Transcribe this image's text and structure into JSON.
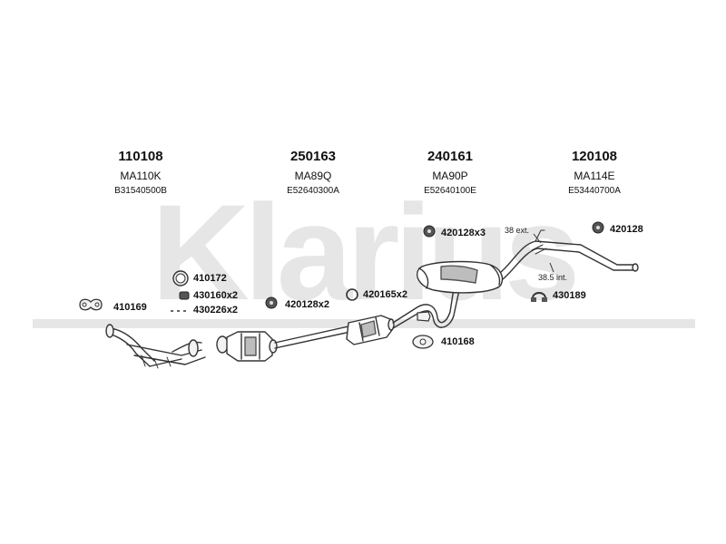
{
  "watermark": {
    "text": "Klarius",
    "color": "#e6e6e6"
  },
  "parts": [
    {
      "number": "110108",
      "code": "MA110K",
      "ref": "B31540500B"
    },
    {
      "number": "250163",
      "code": "MA89Q",
      "ref": "E52640300A"
    },
    {
      "number": "240161",
      "code": "MA90P",
      "ref": "E52640100E"
    },
    {
      "number": "120108",
      "code": "MA114E",
      "ref": "E53440700A"
    }
  ],
  "fittings": {
    "f410172": "410172",
    "f430160": "430160x2",
    "f430226": "430226x2",
    "f410169": "410169",
    "f420128x2": "420128x2",
    "f420165x2": "420165x2",
    "f420128x3": "420128x3",
    "f420128": "420128",
    "f430189": "430189",
    "f410168": "410168"
  },
  "notes": {
    "ext": "38 ext.",
    "int": "38.5 int."
  },
  "colors": {
    "line": "#333333",
    "fill": "#f2f2f2",
    "shade": "#9a9a9a"
  }
}
